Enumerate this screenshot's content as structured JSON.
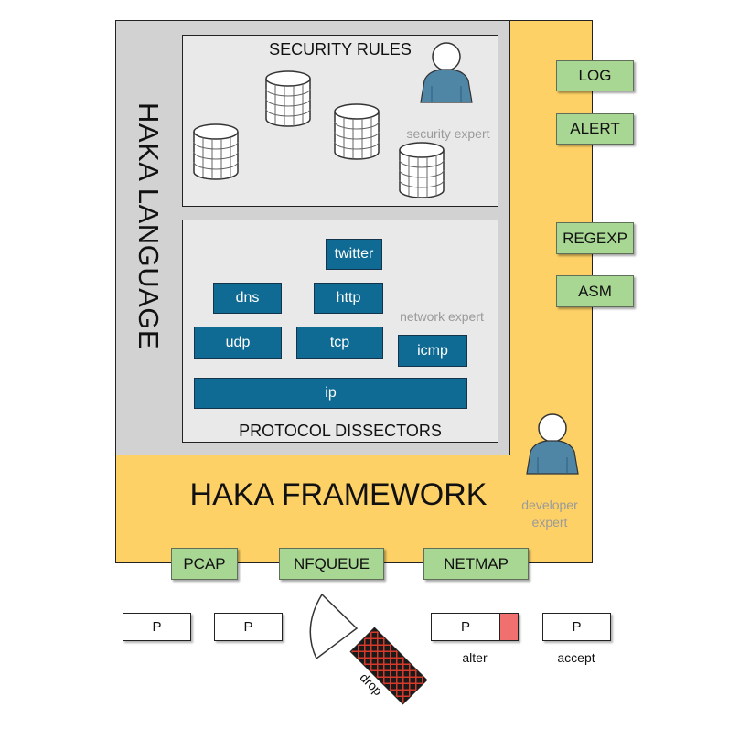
{
  "diagram": {
    "language_label": "HAKA LANGUAGE",
    "framework_label": "HAKA FRAMEWORK",
    "security_rules": {
      "title": "SECURITY RULES",
      "expert_caption": "security expert"
    },
    "protocol_dissectors": {
      "title": "PROTOCOL DISSECTORS",
      "expert_caption": "network expert",
      "protocols": {
        "twitter": "twitter",
        "dns": "dns",
        "http": "http",
        "udp": "udp",
        "tcp": "tcp",
        "icmp": "icmp",
        "ip": "ip"
      }
    },
    "developer": {
      "caption_line1": "developer",
      "caption_line2": "expert"
    },
    "modules": {
      "log": "LOG",
      "alert": "ALERT",
      "regexp": "REGEXP",
      "asm": "ASM"
    },
    "captures": {
      "pcap": "PCAP",
      "nfqueue": "NFQUEUE",
      "netmap": "NETMAP"
    },
    "packets": {
      "p1": "P",
      "p2": "P",
      "p3": "P",
      "p4": "P"
    },
    "actions": {
      "alter": "alter",
      "accept": "accept",
      "drop": "drop"
    }
  },
  "colors": {
    "framework": "#fdd165",
    "language": "#d2d2d2",
    "inner_box": "#e9e9e9",
    "protocol": "#0f6b93",
    "module": "#a8d693",
    "person": "#4f86a6",
    "alter_mark": "#f07070",
    "drop_pattern": "#d53a2a"
  },
  "icons": [
    "database-icon",
    "person-icon",
    "funnel-icon",
    "drop-bin-icon"
  ]
}
